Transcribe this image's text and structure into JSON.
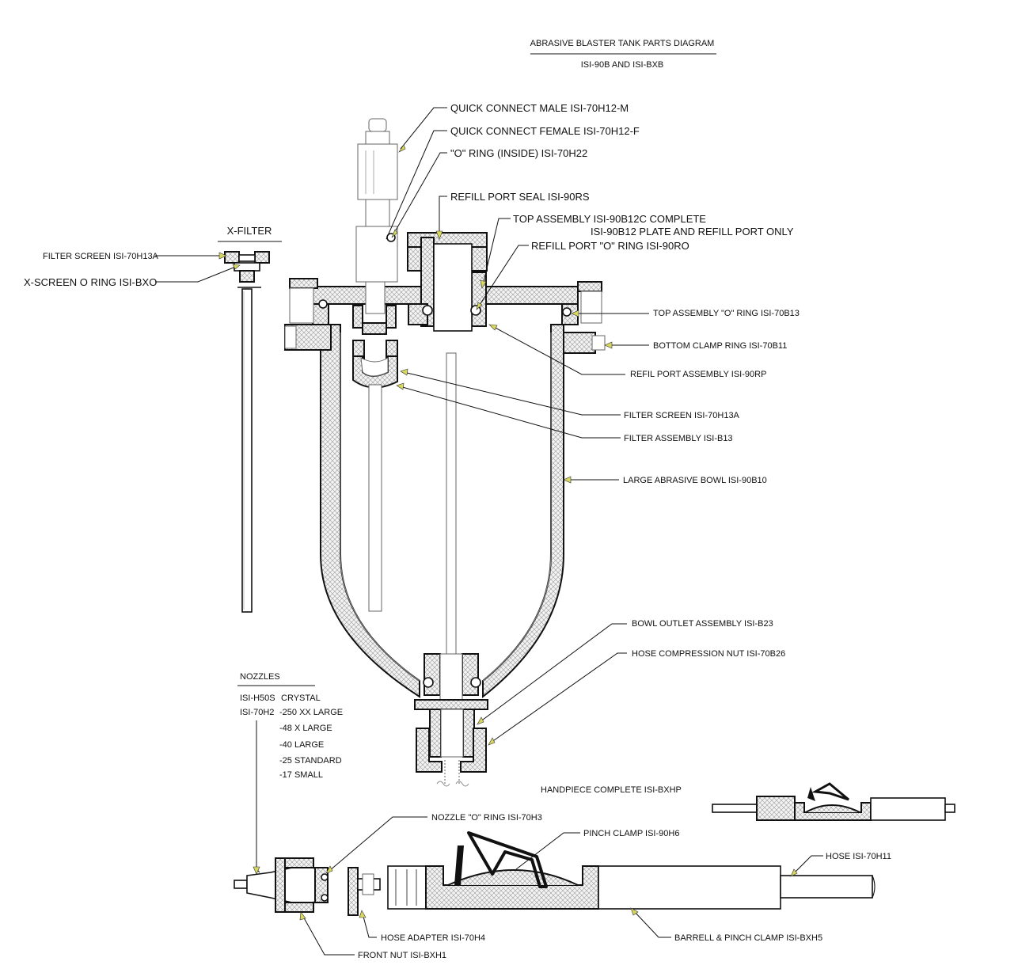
{
  "title": {
    "main": "ABRASIVE BLASTER TANK PARTS DIAGRAM",
    "sub": "ISI-90B AND ISI-BXB"
  },
  "labels": {
    "quick_connect_male": "QUICK CONNECT MALE ISI-70H12-M",
    "quick_connect_female": "QUICK CONNECT FEMALE ISI-70H12-F",
    "o_ring_inside": "\"O\" RING (INSIDE) ISI-70H22",
    "refill_port_seal": "REFILL PORT SEAL ISI-90RS",
    "top_assembly_1": "TOP ASSEMBLY ISI-90B12C COMPLETE",
    "top_assembly_2": "ISI-90B12 PLATE AND REFILL PORT ONLY",
    "refill_port_o_ring": "REFILL PORT \"O\" RING ISI-90RO",
    "x_filter": "X-FILTER",
    "filter_screen_left": "FILTER SCREEN ISI-70H13A",
    "x_screen_o_ring": "X-SCREEN O RING ISI-BXO",
    "top_assembly_o_ring": "TOP ASSEMBLY \"O\" RING ISI-70B13",
    "bottom_clamp_ring": "BOTTOM CLAMP RING ISI-70B11",
    "refil_port_assembly": "REFIL PORT ASSEMBLY ISI-90RP",
    "filter_screen_right": "FILTER SCREEN ISI-70H13A",
    "filter_assembly": "FILTER ASSEMBLY ISI-B13",
    "large_abrasive_bowl": "LARGE ABRASIVE BOWL ISI-90B10",
    "bowl_outlet_assembly": "BOWL OUTLET ASSEMBLY ISI-B23",
    "hose_compression_nut": "HOSE COMPRESSION NUT ISI-70B26",
    "handpiece_complete": "HANDPIECE COMPLETE ISI-BXHP",
    "nozzle_o_ring": "NOZZLE \"O\" RING ISI-70H3",
    "pinch_clamp": "PINCH CLAMP ISI-90H6",
    "hose": "HOSE ISI-70H11",
    "hose_adapter": "HOSE ADAPTER ISI-70H4",
    "barrell_pinch_clamp": "BARRELL & PINCH CLAMP  ISI-BXH5",
    "front_nut": "FRONT NUT ISI-BXH1"
  },
  "nozzles": {
    "heading": "NOZZLES",
    "col1": [
      "ISI-H50S",
      "ISI-70H2"
    ],
    "col2_header": "CRYSTAL",
    "sizes": [
      "-250 XX LARGE",
      "-48 X LARGE",
      "-40 LARGE",
      "-25 STANDARD",
      "-17 SMALL"
    ]
  }
}
